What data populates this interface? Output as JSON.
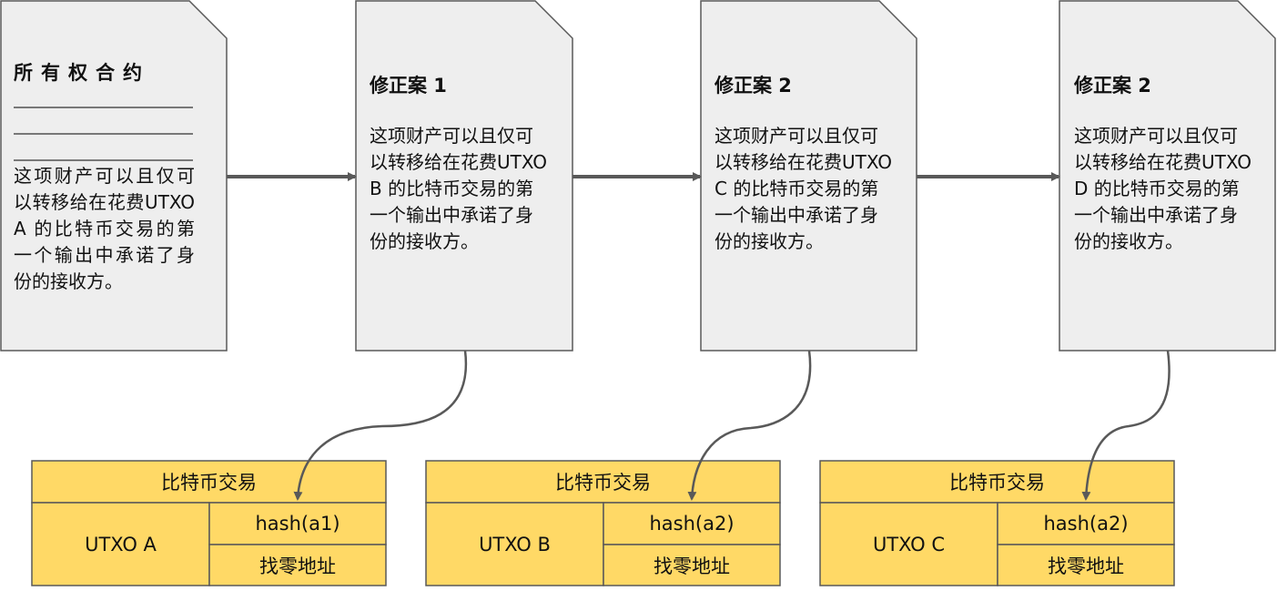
{
  "contract": {
    "title": "所有权合约",
    "body": "这项财产可以且仅可以转移给在花费UTXO A 的比特币交易的第一个输出中承诺了身份的接收方。"
  },
  "amendments": [
    {
      "title": "修正案 1",
      "body": "这项财产可以且仅可以转移给在花费UTXO B 的比特币交易的第一个输出中承诺了身份的接收方。"
    },
    {
      "title": "修正案 2",
      "body": "这项财产可以且仅可以转移给在花费UTXO C 的比特币交易的第一个输出中承诺了身份的接收方。"
    },
    {
      "title": "修正案 2",
      "body": "这项财产可以且仅可以转移给在花费UTXO D 的比特币交易的第一个输出中承诺了身份的接收方。"
    }
  ],
  "transactions": [
    {
      "header": "比特币交易",
      "utxo": "UTXO A",
      "hash": "hash(a1)",
      "change": "找零地址"
    },
    {
      "header": "比特币交易",
      "utxo": "UTXO B",
      "hash": "hash(a2)",
      "change": "找零地址"
    },
    {
      "header": "比特币交易",
      "utxo": "UTXO C",
      "hash": "hash(a2)",
      "change": "找零地址"
    }
  ],
  "colors": {
    "doc_fill": "#eeeeee",
    "doc_stroke": "#595959",
    "tx_fill": "#ffd966",
    "tx_stroke": "#595959",
    "arrow": "#595959"
  }
}
